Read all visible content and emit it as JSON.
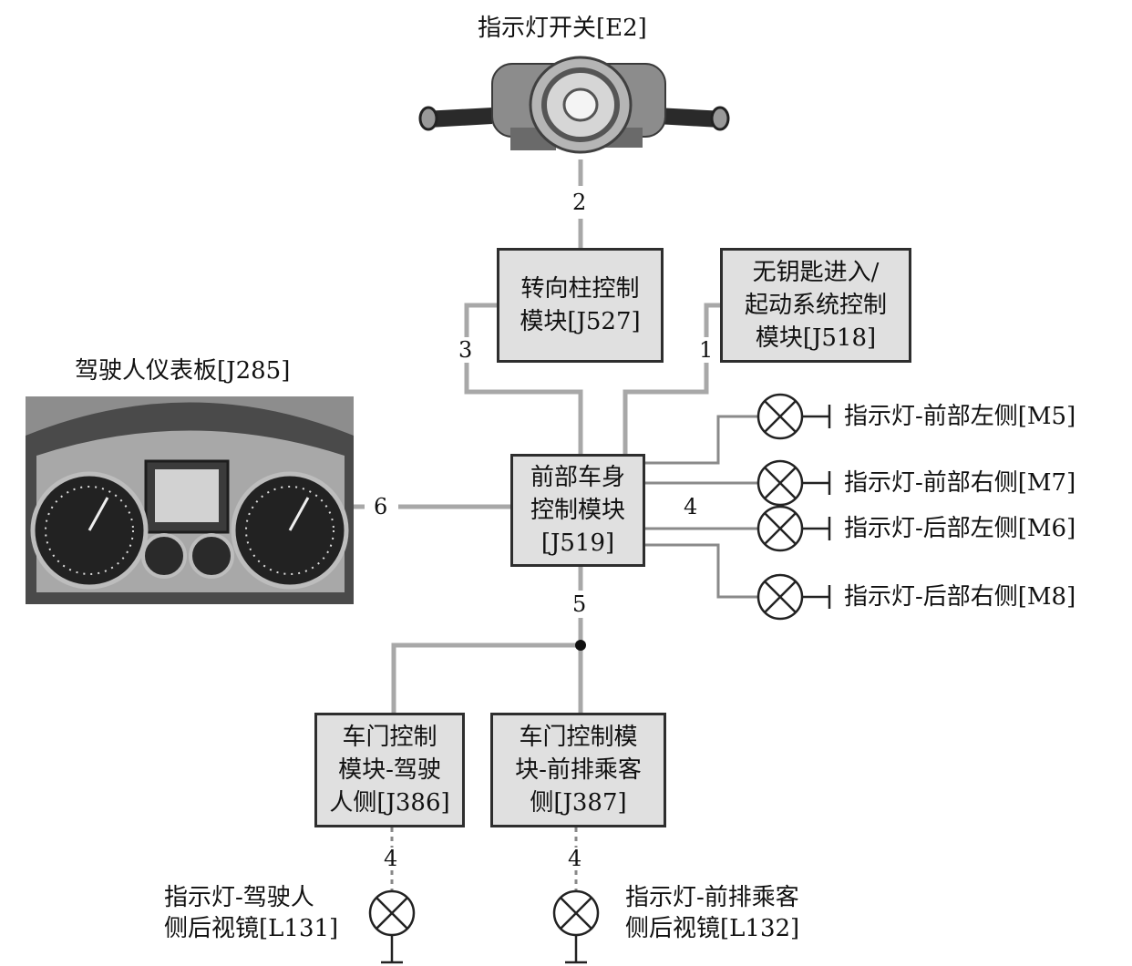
{
  "diagram": {
    "switch": {
      "title": "指示灯开关[E2]"
    },
    "dashboard": {
      "title": "驾驶人仪表板[J285]"
    },
    "modules": {
      "j527": {
        "line1": "转向柱控制",
        "line2": "模块[J527]"
      },
      "j518": {
        "line1": "无钥匙进入/",
        "line2": "起动系统控制",
        "line3": "模块[J518]"
      },
      "j519": {
        "line1": "前部车身",
        "line2": "控制模块",
        "line3": "[J519]"
      },
      "j386": {
        "line1": "车门控制",
        "line2": "模块-驾驶",
        "line3": "人侧[J386]"
      },
      "j387": {
        "line1": "车门控制模",
        "line2": "块-前排乘客",
        "line3": "侧[J387]"
      }
    },
    "lamps": {
      "m5": "指示灯-前部左侧[M5]",
      "m7": "指示灯-前部右侧[M7]",
      "m6": "指示灯-后部左侧[M6]",
      "m8": "指示灯-后部右侧[M8]",
      "l131": {
        "line1": "指示灯-驾驶人",
        "line2": "侧后视镜[L131]"
      },
      "l132": {
        "line1": "指示灯-前排乘客",
        "line2": "侧后视镜[L132]"
      }
    },
    "connections": {
      "c1": "1",
      "c2": "2",
      "c3": "3",
      "c4": "4",
      "c5": "5",
      "c6": "6",
      "c4_j386": "4",
      "c4_j387": "4"
    }
  }
}
